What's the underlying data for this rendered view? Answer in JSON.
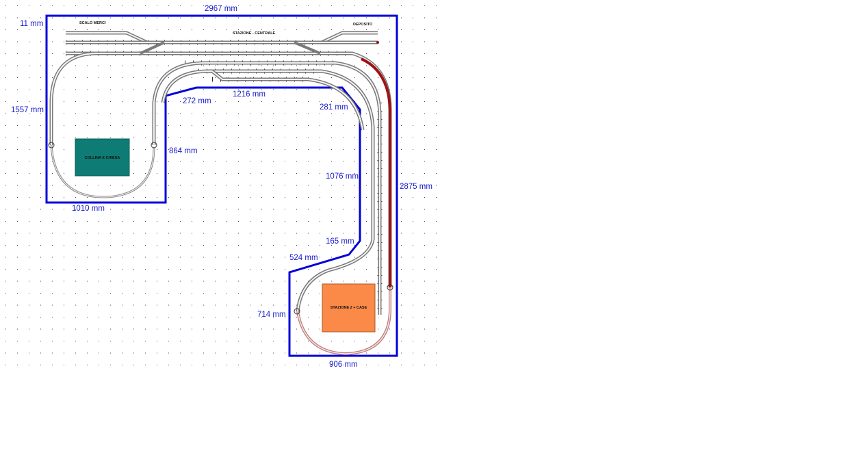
{
  "colors": {
    "board_outline": "#0000d8",
    "dimension_text": "#1a1acd",
    "track_rail": "#7a7a7a",
    "track_tie": "#2b2b2b",
    "track_red": "#a01212",
    "track_pink": "#c08080",
    "hill_block": "#0e7c74",
    "station_block": "#fb8a48",
    "grid_dot": "#444444"
  },
  "dimensions": {
    "top_width": "2967 mm",
    "top_left_offset": "11 mm",
    "left_height": "1557 mm",
    "bottom_left_width": "1010 mm",
    "inner_left_height": "864 mm",
    "inner_diag_left": "272 mm",
    "inner_top": "1216 mm",
    "inner_diag_right": "281 mm",
    "inner_right_height": "1076 mm",
    "inner_lower": "165 mm",
    "inner_bottom_diag": "524 mm",
    "bottom_right_inner_height": "714 mm",
    "bottom_right_width": "906 mm",
    "right_height": "2875 mm"
  },
  "labels": {
    "freight_yard": "SCALO MERCI",
    "central_station": "STAZIONE - CENTRALE",
    "depot": "DEPOSITO",
    "hill_church": "COLLINA E CHIESA",
    "station_houses": "STAZIONE 2 + CASE"
  }
}
